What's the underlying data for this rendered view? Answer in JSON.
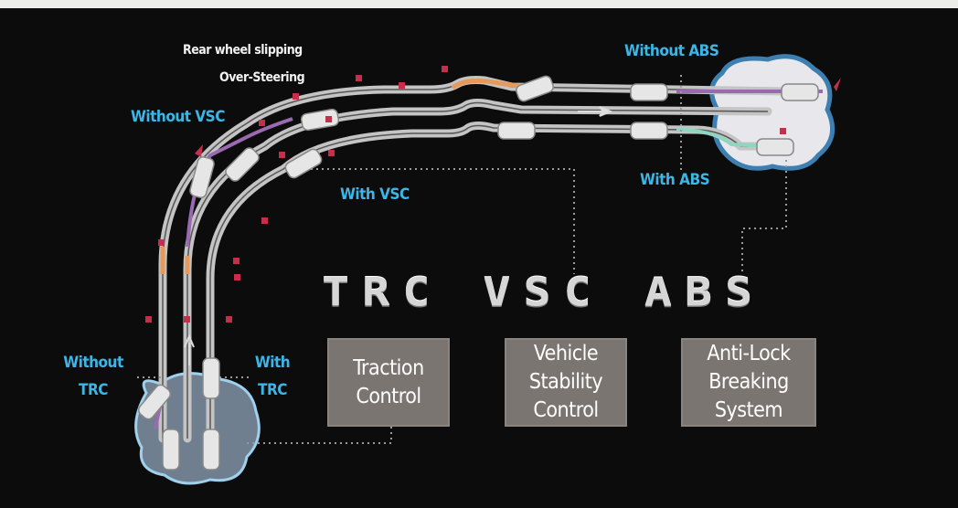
{
  "labels": {
    "rear_wheel_slipping": "Rear wheel slipping",
    "over_steering": "Over-Steering",
    "without_vsc": "Without VSC",
    "with_vsc": "With VSC",
    "without_abs": "Without ABS",
    "with_abs": "With ABS",
    "without_trc_1": "Without",
    "without_trc_2": "TRC",
    "with_trc_1": "With",
    "with_trc_2": "TRC"
  },
  "title": "TRC VSC ABS",
  "systems": [
    {
      "line1": "Traction",
      "line2": "Control",
      "line3": ""
    },
    {
      "line1": "Vehicle",
      "line2": "Stability",
      "line3": "Control"
    },
    {
      "line1": "Anti-Lock",
      "line2": "Breaking",
      "line3": "System"
    }
  ],
  "colors": {
    "background": "#0c0c0c",
    "road": "#c4c4c4",
    "label_cyan": "#3cb6e6",
    "box": "#7b7572",
    "skid_purple": "#9a6ab0",
    "slip_orange": "#e59a5c",
    "abs_green": "#8fd6c0",
    "marker_red": "#c4304c"
  }
}
